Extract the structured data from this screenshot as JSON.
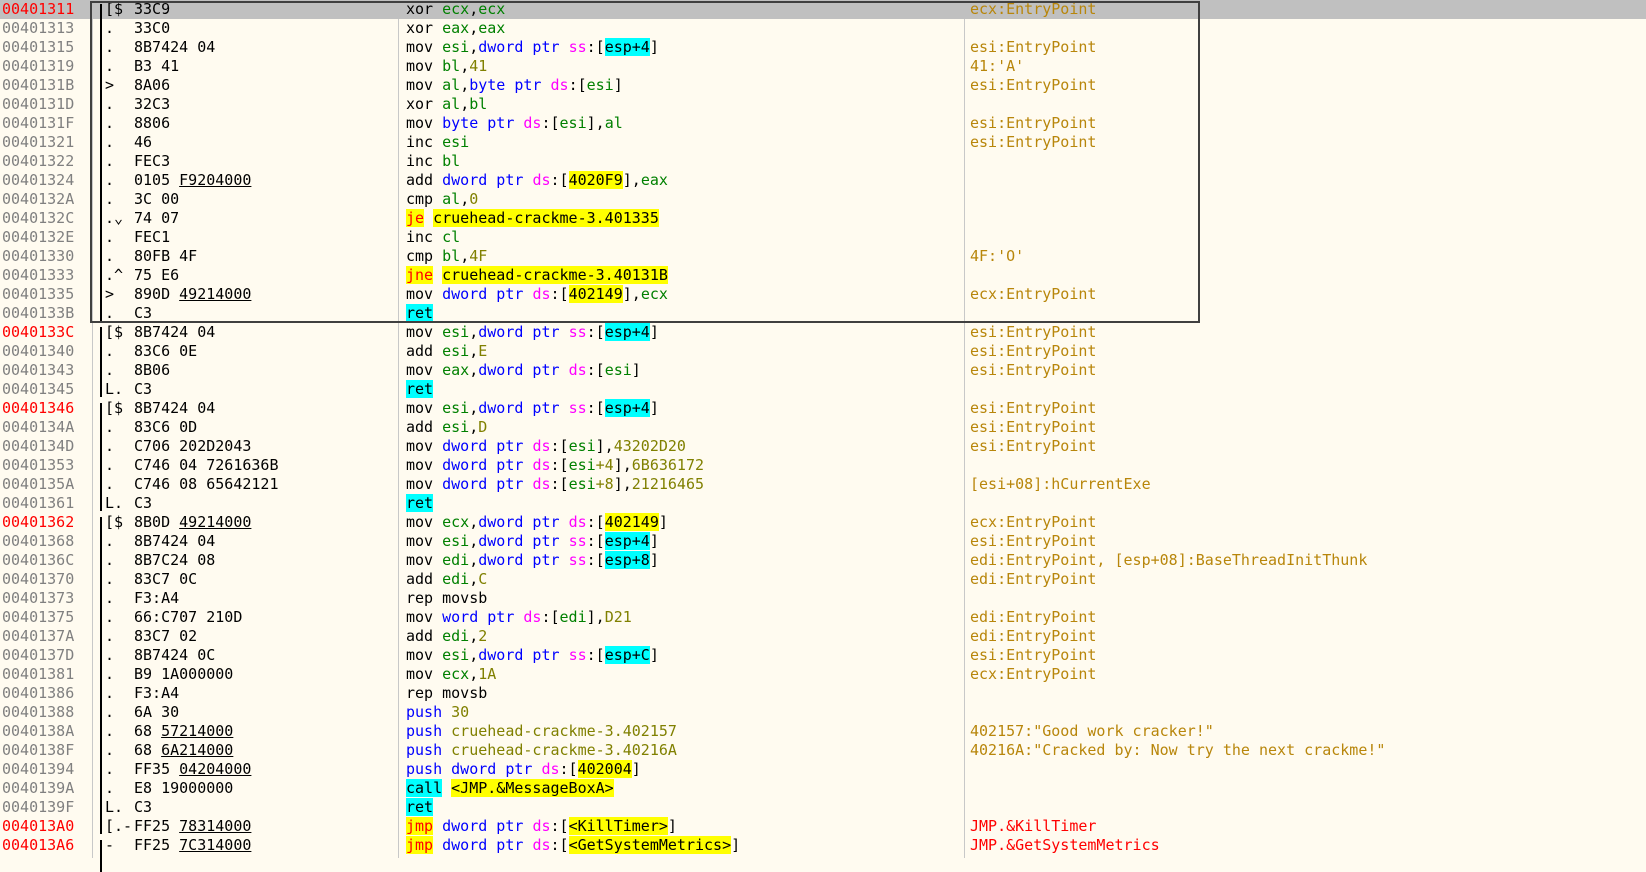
{
  "rows": [
    {
      "addr": "00401311",
      "addr_red": true,
      "selected": true,
      "mark": "[$",
      "bytes": "33C9",
      "instr": [
        [
          "mn",
          "xor "
        ],
        [
          "reg",
          "ecx"
        ],
        [
          "p",
          ","
        ],
        [
          "reg",
          "ecx"
        ]
      ],
      "cmt": "ecx:EntryPoint"
    },
    {
      "addr": "00401313",
      "mark": ".",
      "bytes": "33C0",
      "instr": [
        [
          "mn",
          "xor "
        ],
        [
          "reg",
          "eax"
        ],
        [
          "p",
          ","
        ],
        [
          "reg",
          "eax"
        ]
      ],
      "cmt": ""
    },
    {
      "addr": "00401315",
      "mark": ".",
      "bytes": "8B7424 04",
      "instr": [
        [
          "mn",
          "mov "
        ],
        [
          "reg",
          "esi"
        ],
        [
          "p",
          ","
        ],
        [
          "kw",
          "dword ptr "
        ],
        [
          "seg",
          "ss"
        ],
        [
          "p",
          ":["
        ],
        [
          "cy",
          "esp+4"
        ],
        [
          "p",
          "]"
        ]
      ],
      "cmt": "esi:EntryPoint"
    },
    {
      "addr": "00401319",
      "mark": ".",
      "bytes": "B3 41",
      "instr": [
        [
          "mn",
          "mov "
        ],
        [
          "reg",
          "bl"
        ],
        [
          "p",
          ","
        ],
        [
          "num",
          "41"
        ]
      ],
      "cmt": "41:'A'"
    },
    {
      "addr": "0040131B",
      "mark": ">",
      "bytes": "8A06",
      "instr": [
        [
          "mn",
          "mov "
        ],
        [
          "reg",
          "al"
        ],
        [
          "p",
          ","
        ],
        [
          "kw",
          "byte ptr "
        ],
        [
          "seg",
          "ds"
        ],
        [
          "p",
          ":["
        ],
        [
          "reg",
          "esi"
        ],
        [
          "p",
          "]"
        ]
      ],
      "cmt": "esi:EntryPoint"
    },
    {
      "addr": "0040131D",
      "mark": ".",
      "bytes": "32C3",
      "instr": [
        [
          "mn",
          "xor "
        ],
        [
          "reg",
          "al"
        ],
        [
          "p",
          ","
        ],
        [
          "reg",
          "bl"
        ]
      ],
      "cmt": ""
    },
    {
      "addr": "0040131F",
      "mark": ".",
      "bytes": "8806",
      "instr": [
        [
          "mn",
          "mov "
        ],
        [
          "kw",
          "byte ptr "
        ],
        [
          "seg",
          "ds"
        ],
        [
          "p",
          ":["
        ],
        [
          "reg",
          "esi"
        ],
        [
          "p",
          "],"
        ],
        [
          "reg",
          "al"
        ]
      ],
      "cmt": "esi:EntryPoint"
    },
    {
      "addr": "00401321",
      "mark": ".",
      "bytes": "46",
      "instr": [
        [
          "mn",
          "inc "
        ],
        [
          "reg",
          "esi"
        ]
      ],
      "cmt": "esi:EntryPoint"
    },
    {
      "addr": "00401322",
      "mark": ".",
      "bytes": "FEC3",
      "instr": [
        [
          "mn",
          "inc "
        ],
        [
          "reg",
          "bl"
        ]
      ],
      "cmt": ""
    },
    {
      "addr": "00401324",
      "mark": ".",
      "bytes": "0105 F9204000",
      "bytes_ul": "F9204000",
      "instr": [
        [
          "mn",
          "add "
        ],
        [
          "kw",
          "dword ptr "
        ],
        [
          "seg",
          "ds"
        ],
        [
          "p",
          ":["
        ],
        [
          "yl",
          "4020F9"
        ],
        [
          "p",
          "],"
        ],
        [
          "reg",
          "eax"
        ]
      ],
      "cmt": ""
    },
    {
      "addr": "0040132A",
      "mark": ".",
      "bytes": "3C 00",
      "instr": [
        [
          "mn",
          "cmp "
        ],
        [
          "reg",
          "al"
        ],
        [
          "p",
          ","
        ],
        [
          "num",
          "0"
        ]
      ],
      "cmt": ""
    },
    {
      "addr": "0040132C",
      "mark": ".⌄",
      "bytes": "74 07",
      "instr": [
        [
          "jm",
          "je"
        ],
        [
          "p",
          " "
        ],
        [
          "yl",
          "cruehead-crackme-3.401335"
        ]
      ],
      "cmt": ""
    },
    {
      "addr": "0040132E",
      "mark": ".",
      "bytes": "FEC1",
      "instr": [
        [
          "mn",
          "inc "
        ],
        [
          "reg",
          "cl"
        ]
      ],
      "cmt": ""
    },
    {
      "addr": "00401330",
      "mark": ".",
      "bytes": "80FB 4F",
      "instr": [
        [
          "mn",
          "cmp "
        ],
        [
          "reg",
          "bl"
        ],
        [
          "p",
          ","
        ],
        [
          "num",
          "4F"
        ]
      ],
      "cmt": "4F:'O'"
    },
    {
      "addr": "00401333",
      "mark": ".^",
      "bytes": "75 E6",
      "instr": [
        [
          "jm",
          "jne"
        ],
        [
          "p",
          " "
        ],
        [
          "yl",
          "cruehead-crackme-3.40131B"
        ]
      ],
      "cmt": ""
    },
    {
      "addr": "00401335",
      "mark": ">",
      "bytes": "890D 49214000",
      "bytes_ul": "49214000",
      "instr": [
        [
          "mn",
          "mov "
        ],
        [
          "kw",
          "dword ptr "
        ],
        [
          "seg",
          "ds"
        ],
        [
          "p",
          ":["
        ],
        [
          "yl",
          "402149"
        ],
        [
          "p",
          "],"
        ],
        [
          "reg",
          "ecx"
        ]
      ],
      "cmt": "ecx:EntryPoint"
    },
    {
      "addr": "0040133B",
      "mark": ".",
      "bytes": "C3",
      "instr": [
        [
          "cy",
          "ret"
        ]
      ],
      "cmt": ""
    },
    {
      "addr": "0040133C",
      "addr_red": true,
      "mark": "[$",
      "bytes": "8B7424 04",
      "instr": [
        [
          "mn",
          "mov "
        ],
        [
          "reg",
          "esi"
        ],
        [
          "p",
          ","
        ],
        [
          "kw",
          "dword ptr "
        ],
        [
          "seg",
          "ss"
        ],
        [
          "p",
          ":["
        ],
        [
          "cy",
          "esp+4"
        ],
        [
          "p",
          "]"
        ]
      ],
      "cmt": "esi:EntryPoint"
    },
    {
      "addr": "00401340",
      "mark": ".",
      "bytes": "83C6 0E",
      "instr": [
        [
          "mn",
          "add "
        ],
        [
          "reg",
          "esi"
        ],
        [
          "p",
          ","
        ],
        [
          "num",
          "E"
        ]
      ],
      "cmt": "esi:EntryPoint"
    },
    {
      "addr": "00401343",
      "mark": ".",
      "bytes": "8B06",
      "instr": [
        [
          "mn",
          "mov "
        ],
        [
          "reg",
          "eax"
        ],
        [
          "p",
          ","
        ],
        [
          "kw",
          "dword ptr "
        ],
        [
          "seg",
          "ds"
        ],
        [
          "p",
          ":["
        ],
        [
          "reg",
          "esi"
        ],
        [
          "p",
          "]"
        ]
      ],
      "cmt": "esi:EntryPoint"
    },
    {
      "addr": "00401345",
      "mark": "L.",
      "bytes": "C3",
      "instr": [
        [
          "cy",
          "ret"
        ]
      ],
      "cmt": ""
    },
    {
      "addr": "00401346",
      "addr_red": true,
      "mark": "[$",
      "bytes": "8B7424 04",
      "instr": [
        [
          "mn",
          "mov "
        ],
        [
          "reg",
          "esi"
        ],
        [
          "p",
          ","
        ],
        [
          "kw",
          "dword ptr "
        ],
        [
          "seg",
          "ss"
        ],
        [
          "p",
          ":["
        ],
        [
          "cy",
          "esp+4"
        ],
        [
          "p",
          "]"
        ]
      ],
      "cmt": "esi:EntryPoint"
    },
    {
      "addr": "0040134A",
      "mark": ".",
      "bytes": "83C6 0D",
      "instr": [
        [
          "mn",
          "add "
        ],
        [
          "reg",
          "esi"
        ],
        [
          "p",
          ","
        ],
        [
          "num",
          "D"
        ]
      ],
      "cmt": "esi:EntryPoint"
    },
    {
      "addr": "0040134D",
      "mark": ".",
      "bytes": "C706 202D2043",
      "instr": [
        [
          "mn",
          "mov "
        ],
        [
          "kw",
          "dword ptr "
        ],
        [
          "seg",
          "ds"
        ],
        [
          "p",
          ":["
        ],
        [
          "reg",
          "esi"
        ],
        [
          "p",
          "],"
        ],
        [
          "num",
          "43202D20"
        ]
      ],
      "cmt": "esi:EntryPoint"
    },
    {
      "addr": "00401353",
      "mark": ".",
      "bytes": "C746 04 7261636B",
      "instr": [
        [
          "mn",
          "mov "
        ],
        [
          "kw",
          "dword ptr "
        ],
        [
          "seg",
          "ds"
        ],
        [
          "p",
          ":["
        ],
        [
          "reg",
          "esi"
        ],
        [
          "num",
          "+4"
        ],
        [
          "p",
          "],"
        ],
        [
          "num",
          "6B636172"
        ]
      ],
      "cmt": ""
    },
    {
      "addr": "0040135A",
      "mark": ".",
      "bytes": "C746 08 65642121",
      "instr": [
        [
          "mn",
          "mov "
        ],
        [
          "kw",
          "dword ptr "
        ],
        [
          "seg",
          "ds"
        ],
        [
          "p",
          ":["
        ],
        [
          "reg",
          "esi"
        ],
        [
          "num",
          "+8"
        ],
        [
          "p",
          "],"
        ],
        [
          "num",
          "21216465"
        ]
      ],
      "cmt": "[esi+08]:hCurrentExe"
    },
    {
      "addr": "00401361",
      "mark": "L.",
      "bytes": "C3",
      "instr": [
        [
          "cy",
          "ret"
        ]
      ],
      "cmt": ""
    },
    {
      "addr": "00401362",
      "addr_red": true,
      "mark": "[$",
      "bytes": "8B0D 49214000",
      "bytes_ul": "49214000",
      "instr": [
        [
          "mn",
          "mov "
        ],
        [
          "reg",
          "ecx"
        ],
        [
          "p",
          ","
        ],
        [
          "kw",
          "dword ptr "
        ],
        [
          "seg",
          "ds"
        ],
        [
          "p",
          ":["
        ],
        [
          "yl",
          "402149"
        ],
        [
          "p",
          "]"
        ]
      ],
      "cmt": "ecx:EntryPoint"
    },
    {
      "addr": "00401368",
      "mark": ".",
      "bytes": "8B7424 04",
      "instr": [
        [
          "mn",
          "mov "
        ],
        [
          "reg",
          "esi"
        ],
        [
          "p",
          ","
        ],
        [
          "kw",
          "dword ptr "
        ],
        [
          "seg",
          "ss"
        ],
        [
          "p",
          ":["
        ],
        [
          "cy",
          "esp+4"
        ],
        [
          "p",
          "]"
        ]
      ],
      "cmt": "esi:EntryPoint"
    },
    {
      "addr": "0040136C",
      "mark": ".",
      "bytes": "8B7C24 08",
      "instr": [
        [
          "mn",
          "mov "
        ],
        [
          "reg",
          "edi"
        ],
        [
          "p",
          ","
        ],
        [
          "kw",
          "dword ptr "
        ],
        [
          "seg",
          "ss"
        ],
        [
          "p",
          ":["
        ],
        [
          "cy",
          "esp+8"
        ],
        [
          "p",
          "]"
        ]
      ],
      "cmt": "edi:EntryPoint, [esp+08]:BaseThreadInitThunk"
    },
    {
      "addr": "00401370",
      "mark": ".",
      "bytes": "83C7 0C",
      "instr": [
        [
          "mn",
          "add "
        ],
        [
          "reg",
          "edi"
        ],
        [
          "p",
          ","
        ],
        [
          "num",
          "C"
        ]
      ],
      "cmt": "edi:EntryPoint"
    },
    {
      "addr": "00401373",
      "mark": ".",
      "bytes": "F3:A4",
      "instr": [
        [
          "mn",
          "rep movsb"
        ]
      ],
      "cmt": ""
    },
    {
      "addr": "00401375",
      "mark": ".",
      "bytes": "66:C707 210D",
      "instr": [
        [
          "mn",
          "mov "
        ],
        [
          "kw",
          "word ptr "
        ],
        [
          "seg",
          "ds"
        ],
        [
          "p",
          ":["
        ],
        [
          "reg",
          "edi"
        ],
        [
          "p",
          "],"
        ],
        [
          "num",
          "D21"
        ]
      ],
      "cmt": "edi:EntryPoint"
    },
    {
      "addr": "0040137A",
      "mark": ".",
      "bytes": "83C7 02",
      "instr": [
        [
          "mn",
          "add "
        ],
        [
          "reg",
          "edi"
        ],
        [
          "p",
          ","
        ],
        [
          "num",
          "2"
        ]
      ],
      "cmt": "edi:EntryPoint"
    },
    {
      "addr": "0040137D",
      "mark": ".",
      "bytes": "8B7424 0C",
      "instr": [
        [
          "mn",
          "mov "
        ],
        [
          "reg",
          "esi"
        ],
        [
          "p",
          ","
        ],
        [
          "kw",
          "dword ptr "
        ],
        [
          "seg",
          "ss"
        ],
        [
          "p",
          ":["
        ],
        [
          "cy",
          "esp+C"
        ],
        [
          "p",
          "]"
        ]
      ],
      "cmt": "esi:EntryPoint"
    },
    {
      "addr": "00401381",
      "mark": ".",
      "bytes": "B9 1A000000",
      "instr": [
        [
          "mn",
          "mov "
        ],
        [
          "reg",
          "ecx"
        ],
        [
          "p",
          ","
        ],
        [
          "num",
          "1A"
        ]
      ],
      "cmt": "ecx:EntryPoint"
    },
    {
      "addr": "00401386",
      "mark": ".",
      "bytes": "F3:A4",
      "instr": [
        [
          "mn",
          "rep movsb"
        ]
      ],
      "cmt": ""
    },
    {
      "addr": "00401388",
      "mark": ".",
      "bytes": "6A 30",
      "instr": [
        [
          "kw",
          "push "
        ],
        [
          "num",
          "30"
        ]
      ],
      "cmt": ""
    },
    {
      "addr": "0040138A",
      "mark": ".",
      "bytes": "68 57214000",
      "bytes_ul": "57214000",
      "instr": [
        [
          "kw",
          "push "
        ],
        [
          "num",
          "cruehead-crackme-3.402157"
        ]
      ],
      "cmt": "402157:\"Good work cracker!\""
    },
    {
      "addr": "0040138F",
      "mark": ".",
      "bytes": "68 6A214000",
      "bytes_ul": "6A214000",
      "instr": [
        [
          "kw",
          "push "
        ],
        [
          "num",
          "cruehead-crackme-3.40216A"
        ]
      ],
      "cmt": "40216A:\"Cracked by:                Now try the next crackme!\""
    },
    {
      "addr": "00401394",
      "mark": ".",
      "bytes": "FF35 04204000",
      "bytes_ul": "04204000",
      "instr": [
        [
          "kw",
          "push "
        ],
        [
          "kw",
          "dword ptr "
        ],
        [
          "seg",
          "ds"
        ],
        [
          "p",
          ":["
        ],
        [
          "yl",
          "402004"
        ],
        [
          "p",
          "]"
        ]
      ],
      "cmt": ""
    },
    {
      "addr": "0040139A",
      "mark": ".",
      "bytes": "E8 19000000",
      "instr": [
        [
          "cy",
          "call"
        ],
        [
          "p",
          " "
        ],
        [
          "yl",
          "<JMP.&MessageBoxA>"
        ]
      ],
      "cmt": ""
    },
    {
      "addr": "0040139F",
      "mark": "L.",
      "bytes": "C3",
      "instr": [
        [
          "cy",
          "ret"
        ]
      ],
      "cmt": ""
    },
    {
      "addr": "004013A0",
      "addr_red": true,
      "mark": "[.-",
      "bytes": "FF25 78314000",
      "bytes_ul": "78314000",
      "instr": [
        [
          "jm",
          "jmp"
        ],
        [
          "p",
          " "
        ],
        [
          "kw",
          "dword ptr "
        ],
        [
          "seg",
          "ds"
        ],
        [
          "p",
          ":["
        ],
        [
          "yl",
          "<KillTimer>"
        ],
        [
          "p",
          "]"
        ]
      ],
      "cmt": "JMP.&KillTimer",
      "cmt_red": true
    },
    {
      "addr": "004013A6",
      "addr_red": true,
      "mark": " -",
      "bytes": "FF25 7C314000",
      "bytes_ul": "7C314000",
      "instr": [
        [
          "jm",
          "jmp"
        ],
        [
          "p",
          " "
        ],
        [
          "kw",
          "dword ptr "
        ],
        [
          "seg",
          "ds"
        ],
        [
          "p",
          ":["
        ],
        [
          "yl",
          "<GetSystemMetrics>"
        ],
        [
          "p",
          "]"
        ]
      ],
      "cmt": "JMP.&GetSystemMetrics",
      "cmt_red": true
    }
  ]
}
